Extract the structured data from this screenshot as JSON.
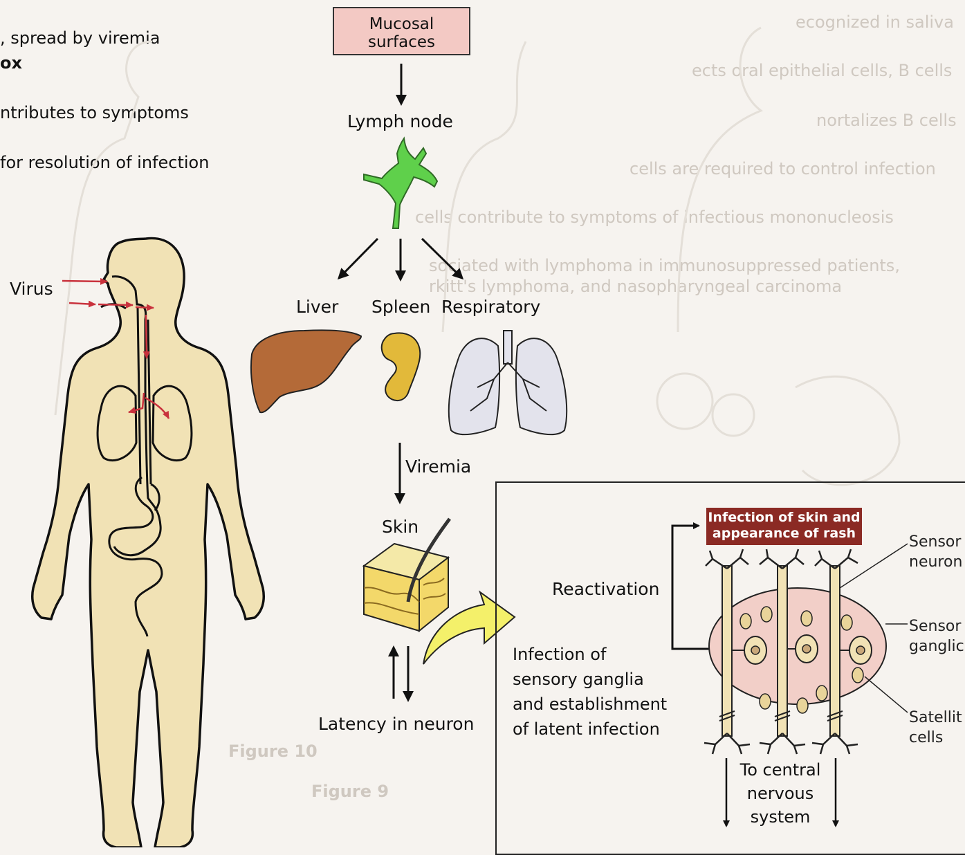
{
  "left_text": {
    "line1": ", spread by viremia",
    "line2": "ox",
    "line3": "ntributes to symptoms",
    "line4": "for resolution of infection"
  },
  "virus_label": "Virus",
  "flow": {
    "mucosal": "Mucosal surfaces",
    "lymph_node": "Lymph node",
    "liver": "Liver",
    "spleen": "Spleen",
    "respiratory": "Respiratory",
    "viremia": "Viremia",
    "skin": "Skin",
    "latency": "Latency in neuron"
  },
  "panel": {
    "reactivation": "Reactivation",
    "infection_lines": [
      "Infection of",
      "sensory ganglia",
      "and establishment",
      "of latent infection"
    ],
    "rash_lines": [
      "Infection of skin and",
      "appearance of rash"
    ],
    "cns_lines": [
      "To central",
      "nervous",
      "system"
    ],
    "right_labels": {
      "sensory_neuron": [
        "Sensor",
        "neuron"
      ],
      "sensory_ganglia": [
        "Sensor",
        "ganglic"
      ],
      "satellite": [
        "Satellit",
        "cells"
      ]
    }
  },
  "background_ghost_text": [
    "ecognized in saliva",
    "ects oral epithelial cells, B cells",
    "nortalizes B cells",
    "cells are required to control infection",
    "cells contribute to symptoms of infectious mononucleosis",
    "sociated with lymphoma in immunosuppressed patients,",
    "rkitt's lymphoma, and nasopharyngeal carcinoma",
    "Figure 10",
    "Figure 9"
  ],
  "colors": {
    "body": "#f1e2b5",
    "liver": "#b46a38",
    "spleen": "#e2b93a",
    "lung": "#e3e3ec",
    "lymph": "#5fd04b",
    "rash_bg": "#8b2a24",
    "ganglion": "#f2cfc8",
    "arrow_red": "#c9323d"
  }
}
